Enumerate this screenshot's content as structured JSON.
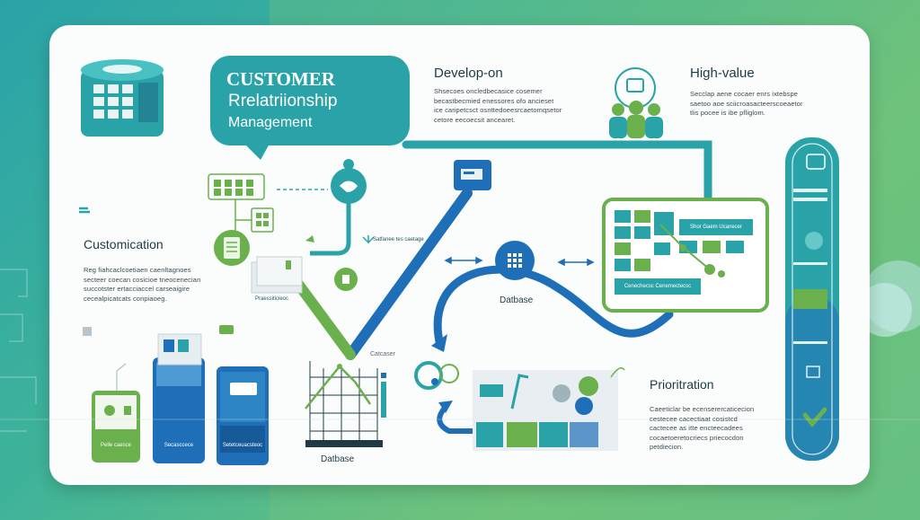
{
  "header": {
    "title_line1": "CUSTOMER",
    "title_line2": "Rrelatriionship",
    "title_line3": "Management"
  },
  "sections": {
    "develop": {
      "heading": "Develop-on",
      "lines": [
        "Shsecoes oncledbecasice cosemer",
        "becastbecmied enessores ofo ancieset",
        "ice caripetcsct osnttedoeesrcaetomqsetor",
        "cetore eecoecsit ancearet."
      ]
    },
    "highvalue": {
      "heading": "High-value",
      "lines": [
        "Secclap aene cocaer enrs ixtebspe",
        "saetoo aoe sciicroasacteerscoeaetor",
        "tlis pocee is ibe pfliglom."
      ]
    },
    "customization": {
      "heading": "Customication",
      "lines": [
        "Reg fiahcaclcoetiaen caenltagnoes",
        "secteer coecan cosicioe tneocenecian",
        "succotster ertacciaccel carseaigire",
        "cecealpicatcats conpiaoeg."
      ]
    },
    "prioritization": {
      "heading": "Prioritration",
      "lines": [
        "Caeeticlar be ecenserercaticecion",
        "cestecee cacectiaat cosistcd",
        "cactecee as itte encteecadees",
        "cocaetoeretocriecs priecocdon",
        "petdiecion."
      ]
    }
  },
  "labels": {
    "database_center": "Datbase",
    "database_bottom": "Datbase",
    "catcaser": "Catcaser"
  },
  "tiny": {
    "step_label": "Satfanee tes caetage",
    "node_caption": "Praessiticieoc",
    "screen_top": "Shor Gaem Ucanecer",
    "screen_bottom": "Cenechecsc Cenemectecsc",
    "tab1": "Pelle caesce",
    "tab2": "Secasccece",
    "tab3": "Setetceuacsteoc"
  },
  "colors": {
    "teal": "#2aa3a8",
    "green": "#6ab04c",
    "blue": "#1f6fb8",
    "navy": "#1f3a44"
  }
}
